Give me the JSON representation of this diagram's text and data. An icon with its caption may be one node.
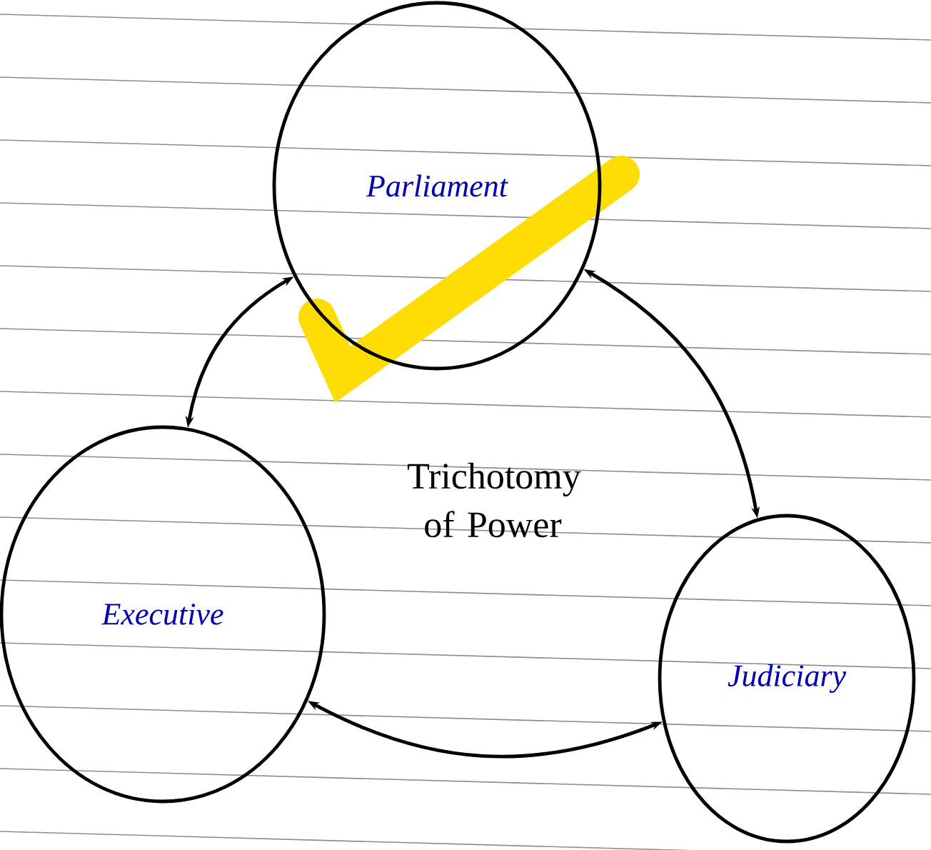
{
  "diagram": {
    "nodes": [
      {
        "text": [
          "Parliament"
        ]
      },
      {
        "text": [
          "Executive"
        ]
      },
      {
        "text": [
          "Judiciary"
        ]
      }
    ],
    "edges": [
      {
        "from": 0,
        "to": 1,
        "arrow": "both"
      },
      {
        "from": 0,
        "to": 2,
        "arrow": "both"
      },
      {
        "from": 1,
        "to": 2,
        "arrow": "both"
      }
    ],
    "labels": [
      "Trichotomy of Power"
    ]
  }
}
